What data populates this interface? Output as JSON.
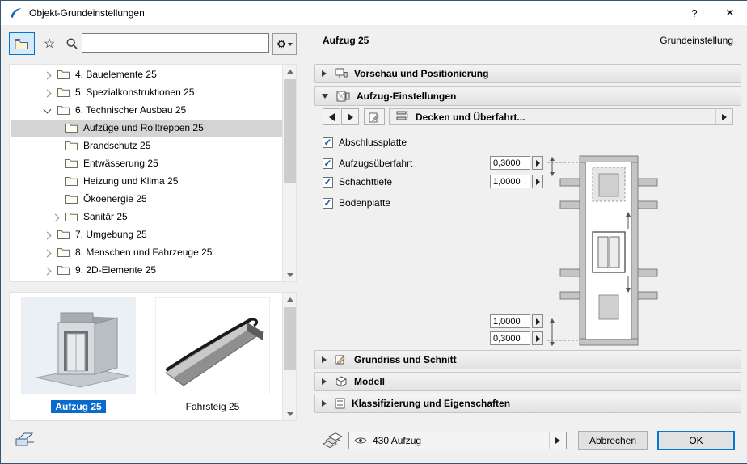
{
  "titlebar": {
    "title": "Objekt-Grundeinstellungen",
    "help_label": "?",
    "close_label": "✕"
  },
  "toolbar": {
    "search_value": ""
  },
  "icons": {
    "star": "☆",
    "gear": "⚙"
  },
  "tree": {
    "items": [
      {
        "label": "4. Bauelemente 25",
        "level": 1,
        "expanded": false
      },
      {
        "label": "5. Spezialkonstruktionen 25",
        "level": 1,
        "expanded": false
      },
      {
        "label": "6. Technischer Ausbau 25",
        "level": 1,
        "expanded": true
      },
      {
        "label": "Aufzüge und Rolltreppen 25",
        "level": 2,
        "selected": true
      },
      {
        "label": "Brandschutz 25",
        "level": 2
      },
      {
        "label": "Entwässerung 25",
        "level": 2
      },
      {
        "label": "Heizung und Klima 25",
        "level": 2
      },
      {
        "label": "Ökoenergie 25",
        "level": 2
      },
      {
        "label": "Sanitär 25",
        "level": 2,
        "expanded": false
      },
      {
        "label": "7. Umgebung 25",
        "level": 1,
        "expanded": false
      },
      {
        "label": "8. Menschen und Fahrzeuge 25",
        "level": 1,
        "expanded": false
      },
      {
        "label": "9. 2D-Elemente 25",
        "level": 1,
        "expanded": false
      }
    ]
  },
  "previews": {
    "items": [
      {
        "label": "Aufzug 25",
        "selected": true
      },
      {
        "label": "Fahrsteig 25",
        "selected": false
      }
    ]
  },
  "panel": {
    "object_name": "Aufzug 25",
    "mode_label": "Grundeinstellung",
    "sections": {
      "vorschau": "Vorschau und Positionierung",
      "einstellungen": "Aufzug-Einstellungen",
      "grundriss": "Grundriss und Schnitt",
      "modell": "Modell",
      "klassifizierung": "Klassifizierung und Eigenschaften"
    },
    "page_dropdown": "Decken und Überfahrt...",
    "checkboxes": [
      {
        "label": "Abschlussplatte",
        "checked": true
      },
      {
        "label": "Aufzugsüberfahrt",
        "checked": true
      },
      {
        "label": "Schachttiefe",
        "checked": true
      },
      {
        "label": "Bodenplatte",
        "checked": true
      }
    ],
    "fields": {
      "top1": "0,3000",
      "top2": "1,0000",
      "bottom1": "1,0000",
      "bottom2": "0,3000"
    }
  },
  "footer": {
    "layer_combo_value": "430 Aufzug",
    "cancel_label": "Abbrechen",
    "ok_label": "OK"
  }
}
